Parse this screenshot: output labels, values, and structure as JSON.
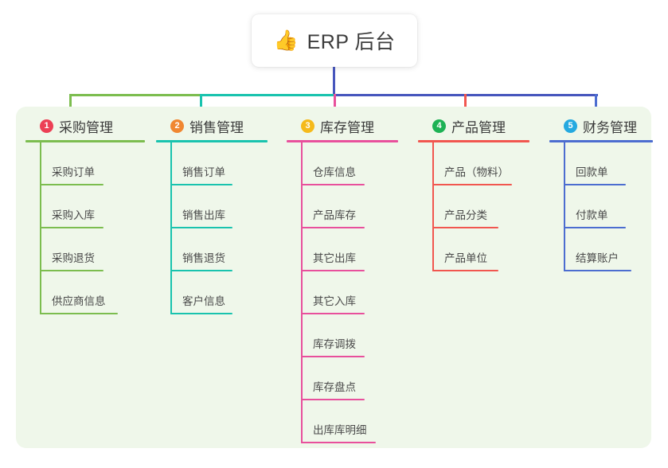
{
  "diagram": {
    "type": "mind-map",
    "root": {
      "icon": "thumbs-up-icon",
      "emoji": "👍",
      "title": "ERP 后台"
    },
    "panel_color": "#eff7ea",
    "root_connector_color": "#4756bd",
    "branches": [
      {
        "number": "1",
        "badge_color": "#ec4055",
        "line_color": "#7cbd4f",
        "title": "采购管理",
        "items": [
          "采购订单",
          "采购入库",
          "采购退货",
          "供应商信息"
        ]
      },
      {
        "number": "2",
        "badge_color": "#f08731",
        "line_color": "#19c3ae",
        "title": "销售管理",
        "items": [
          "销售订单",
          "销售出库",
          "销售退货",
          "客户信息"
        ]
      },
      {
        "number": "3",
        "badge_color": "#f5ba1b",
        "line_color": "#e8509c",
        "title": "库存管理",
        "items": [
          "仓库信息",
          "产品库存",
          "其它出库",
          "其它入库",
          "库存调拨",
          "库存盘点",
          "出库库明细"
        ]
      },
      {
        "number": "4",
        "badge_color": "#1eb255",
        "line_color": "#f1564f",
        "title": "产品管理",
        "items": [
          "产品（物料）",
          "产品分类",
          "产品单位"
        ]
      },
      {
        "number": "5",
        "badge_color": "#25a9e0",
        "line_color": "#4c6dd0",
        "title": "财务管理",
        "items": [
          "回款单",
          "付款单",
          "结算账户"
        ]
      }
    ]
  }
}
